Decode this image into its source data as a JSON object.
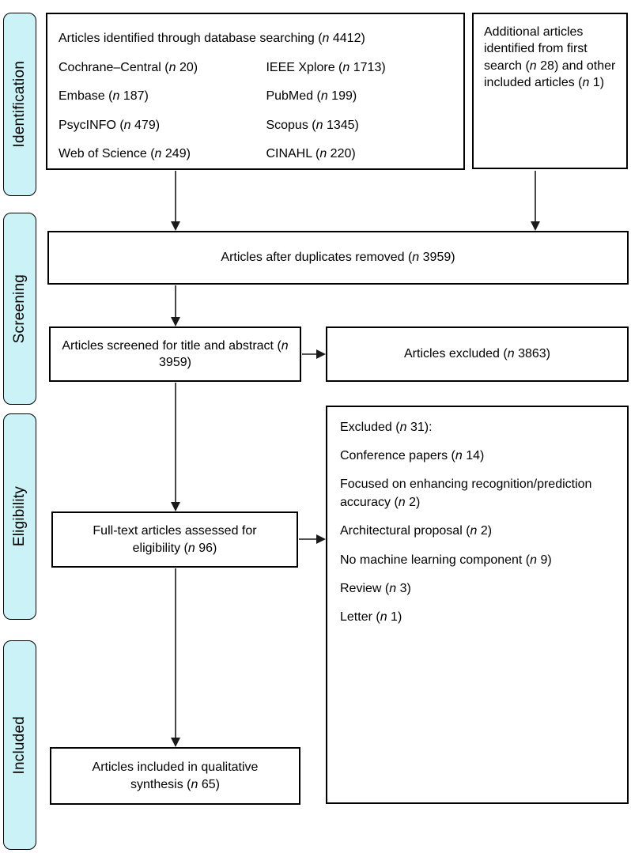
{
  "figure": {
    "type": "prisma-flow-diagram",
    "palette": {
      "stage_fill": "#cbf2f6",
      "stage_border": "#000000",
      "box_border": "#000000",
      "background": "#ffffff",
      "arrow_color": "#1a1a1a"
    },
    "stages": [
      {
        "label": "Identification"
      },
      {
        "label": "Screening"
      },
      {
        "label": "Eligibility"
      },
      {
        "label": "Included"
      }
    ],
    "boxes": {
      "database_search": {
        "title": "Articles identified through database searching (n 4412)",
        "sources_left": [
          "Cochrane–Central  (n 20)",
          "Embase (n 187)",
          "PsycINFO (n 479)",
          "Web of Science (n 249)"
        ],
        "sources_right": [
          "IEEE Xplore (n 1713)",
          "PubMed (n 199)",
          "Scopus (n 1345)",
          "CINAHL (n 220)"
        ]
      },
      "additional_articles": {
        "text": "Additional articles identified from first search (n 28) and other included articles (n 1)"
      },
      "duplicates_removed": {
        "text": "Articles after duplicates removed (n 3959)"
      },
      "screened": {
        "text": "Articles screened for title and abstract (n 3959)"
      },
      "excluded": {
        "text": "Articles excluded (n 3863)"
      },
      "exclusion_reasons": {
        "title": "Excluded (n 31):",
        "reasons": [
          "Conference papers (n 14)",
          "Focused on enhancing recognition/prediction accuracy (n 2)",
          "Architectural proposal (n 2)",
          "No machine learning component (n 9)",
          "Review (n 3)",
          "Letter (n 1)"
        ]
      },
      "full_text": {
        "text": "Full-text articles assessed for eligibility (n 96)"
      },
      "included_synthesis": {
        "text": "Articles included in qualitative synthesis (n 65)"
      }
    }
  }
}
